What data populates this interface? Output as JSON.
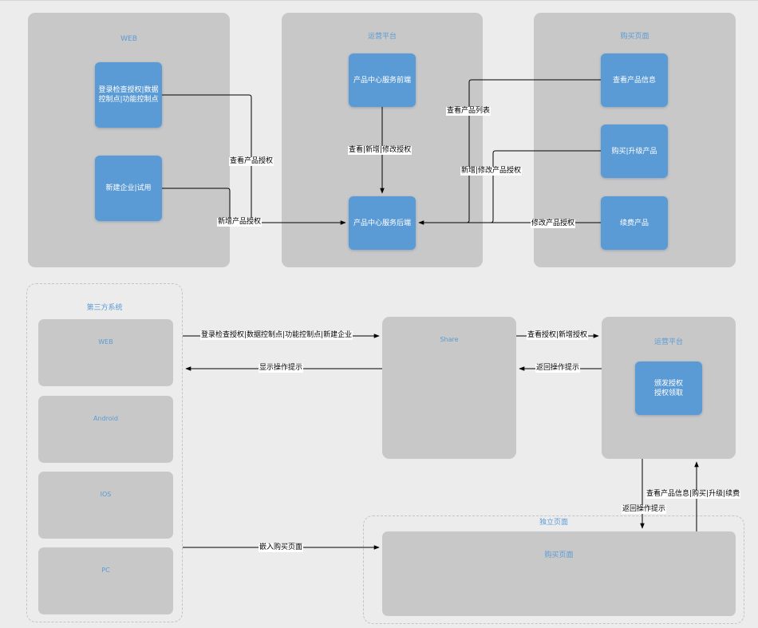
{
  "top": {
    "web": {
      "title": "WEB",
      "nodes": [
        "登录检查授权|数据控制点|功能控制点",
        "新建企业|试用"
      ]
    },
    "ops": {
      "title": "运营平台",
      "nodes": [
        "产品中心服务前端",
        "产品中心服务后端"
      ]
    },
    "purchase": {
      "title": "购买页面",
      "nodes": [
        "查看产品信息",
        "购买|升级产品",
        "续费产品"
      ]
    },
    "edges": {
      "view_auth": "查看产品授权",
      "add_auth": "新增产品授权",
      "front_to_back": "查看|新增|修改授权",
      "view_list": "查看产品列表",
      "add_modify": "新增|修改产品授权",
      "modify": "修改产品授权"
    }
  },
  "bottom": {
    "third_party": {
      "title": "第三方系统",
      "items": [
        "WEB",
        "Android",
        "IOS",
        "PC"
      ]
    },
    "share": {
      "title": "Share"
    },
    "ops": {
      "title": "运营平台",
      "node": [
        "颁发授权",
        "授权领取"
      ]
    },
    "standalone": {
      "title": "独立页面",
      "inner_title": "购买页面"
    },
    "edges": {
      "to_share": "登录检查授权|数据控制点|功能控制点|新建企业",
      "show_tip": "显示操作提示",
      "share_to_ops": "查看授权|新增授权",
      "ops_to_share": "返回操作提示",
      "embed": "嵌入购买页面",
      "ops_return": "返回操作提示",
      "page_to_ops": "查看产品信息|购买|升级|续费"
    }
  }
}
